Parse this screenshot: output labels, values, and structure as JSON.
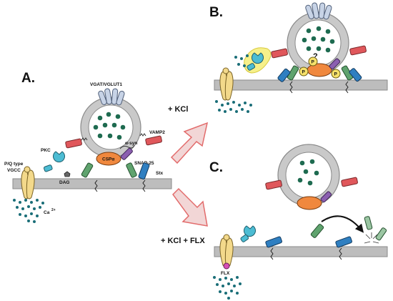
{
  "panels": {
    "a": "A.",
    "b": "B.",
    "c": "C."
  },
  "labels": {
    "vgat_vglut1": "VGAT/VGLUT1",
    "alpha_syn": "α-syn",
    "vamp2": "VAMP2",
    "pkc": "PKC",
    "csp_alpha": "CSPα",
    "snap25": "SNAP-25",
    "pq_type": "P/Q type",
    "vgcc": "VGCC",
    "dag": "DAG",
    "stx": "Stx",
    "ca": "Ca",
    "ca_sup": "2+",
    "flx": "FLX",
    "question": "?",
    "phospho": "P"
  },
  "arrows": {
    "kcl": "+ KCl",
    "kcl_flx": "+ KCl + FLX"
  },
  "colors": {
    "membrane": "#bdbdbd",
    "vesicle": "#c9c9c9",
    "dots": "#1e6b50",
    "ca_dots": "#1a6e78",
    "channel": "#f3d98b",
    "pkc": "#4cbcd3",
    "csp": "#f0883e",
    "vamp": "#e0575b",
    "stx": "#2f7fc1",
    "snap": "#5fa36e",
    "asyn": "#8b5fb0",
    "phospho": "#f7e26b",
    "highlight": "#f6f08a",
    "arrow_fill": "#f2d6d6",
    "arrow_stroke": "#e26b6b"
  }
}
